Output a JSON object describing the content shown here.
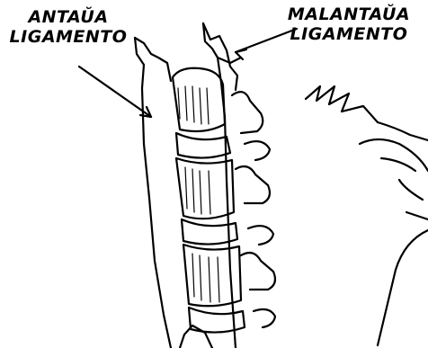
{
  "labels": {
    "anterior": {
      "line1": "ANTAŬA",
      "line2": "LIGAMENTO"
    },
    "posterior": {
      "line1": "MALANTAŬA",
      "line2": "LIGAMENTO"
    }
  },
  "colors": {
    "ink": "#000000",
    "paper": "#ffffff"
  }
}
